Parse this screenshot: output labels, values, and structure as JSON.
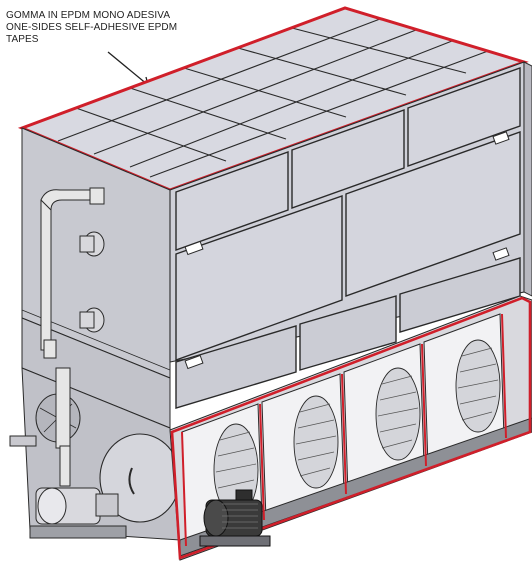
{
  "annotation": {
    "lines": [
      "GOMMA IN EPDM MONO ADESIVA",
      "ONE-SIDES SELF-ADHESIVE EPDM",
      "TAPES"
    ]
  },
  "colors": {
    "highlight": "#d01f2a",
    "panel_face": "#cfd0d8",
    "panel_side": "#b8b8c0",
    "panel_top": "#d8d9e1",
    "panel_light": "#e4e5ea",
    "outline": "#2a2a2a",
    "pipe": "#e6e6e6",
    "motor": "#3a3a3a"
  },
  "icons": {
    "arrow": "pointer-arrow-icon",
    "pump": "pump-motor-icon",
    "motor": "fan-motor-icon"
  }
}
